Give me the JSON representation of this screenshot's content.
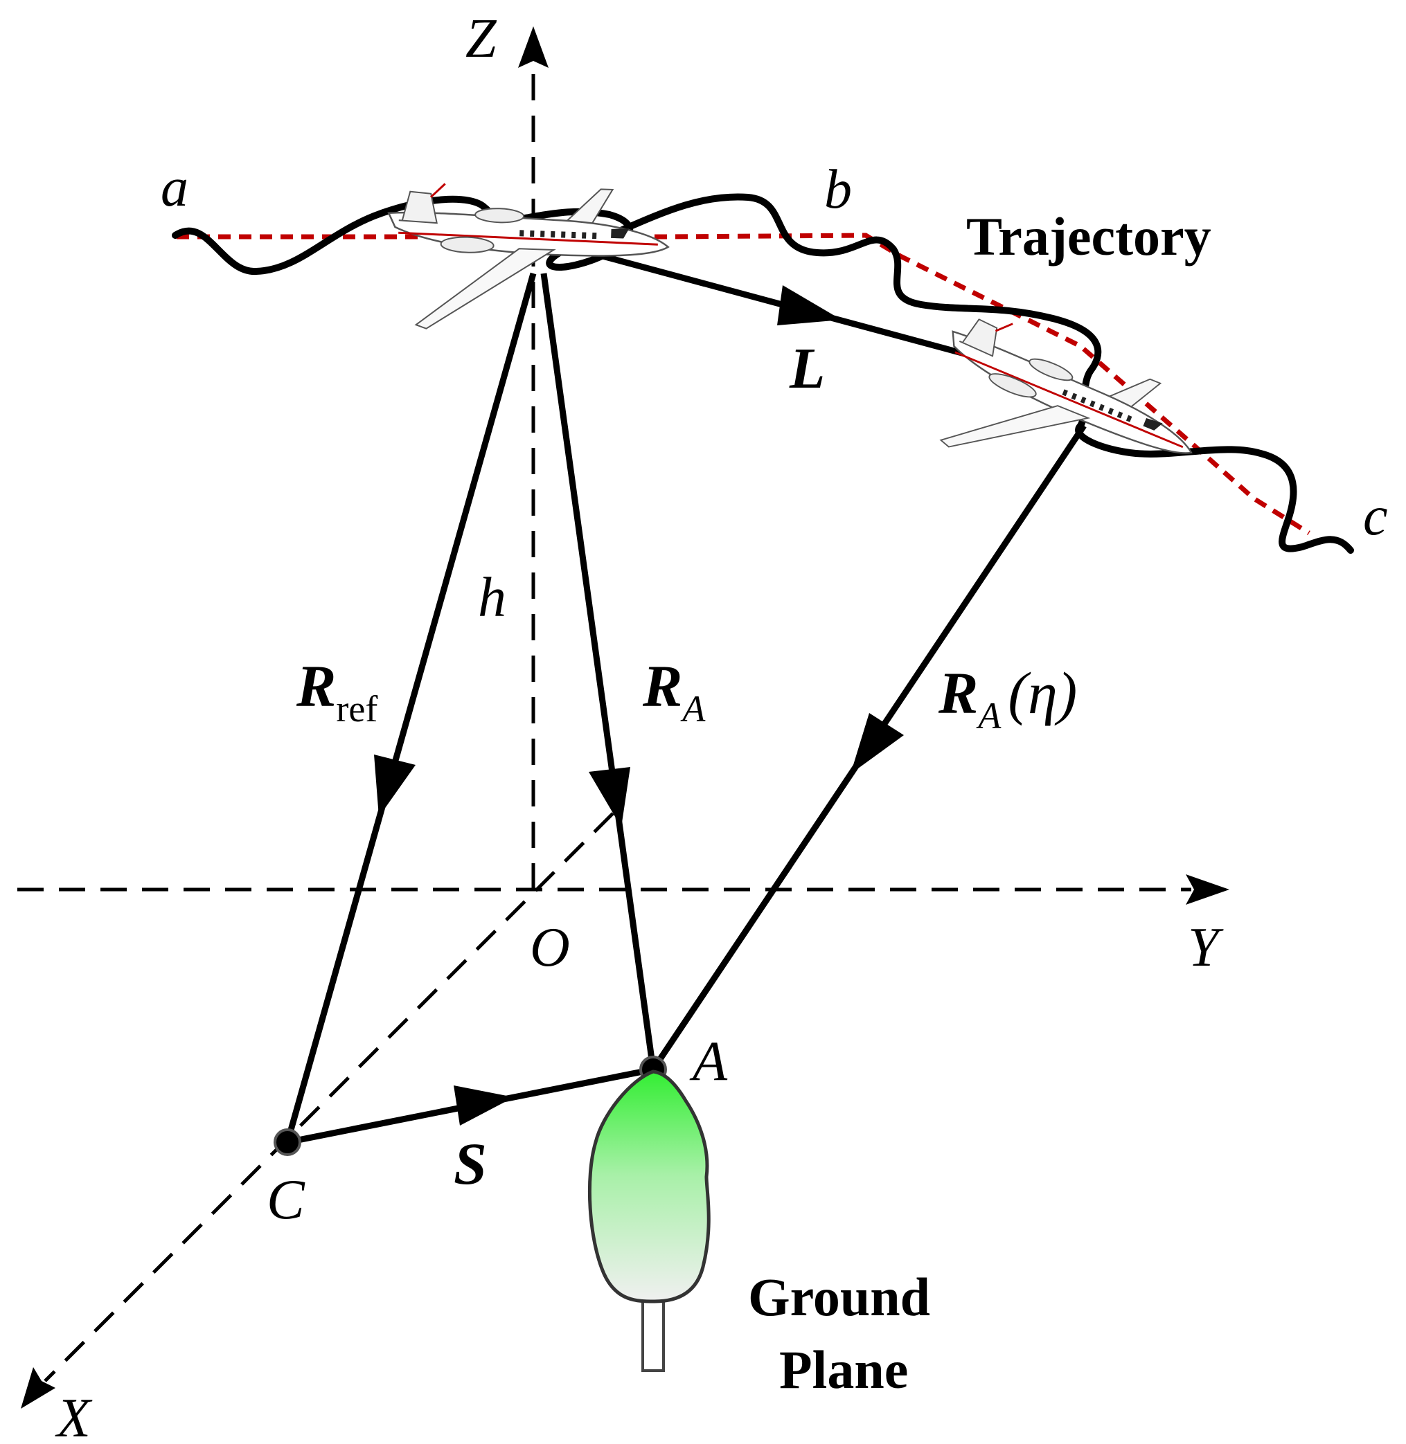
{
  "axes": {
    "z": "Z",
    "y": "Y",
    "x": "X",
    "origin": "O"
  },
  "trajectory": {
    "label": "Trajectory",
    "point_a": "a",
    "point_b": "b",
    "point_c": "c"
  },
  "vectors": {
    "L": "L",
    "R_ref": "R",
    "R_ref_sub": "ref",
    "R_A": "R",
    "R_A_sub": "A",
    "R_A_eta": "R",
    "R_A_eta_sub": "A",
    "R_A_eta_arg": "(η)",
    "S": "S",
    "h": "h"
  },
  "points": {
    "C": "C",
    "A": "A"
  },
  "ground": {
    "line1": "Ground",
    "line2": "Plane"
  },
  "colors": {
    "line": "#000000",
    "trajectory_ref": "#c00000",
    "canopy_top": "#33ee33",
    "canopy_bottom": "#f0f0f0"
  }
}
